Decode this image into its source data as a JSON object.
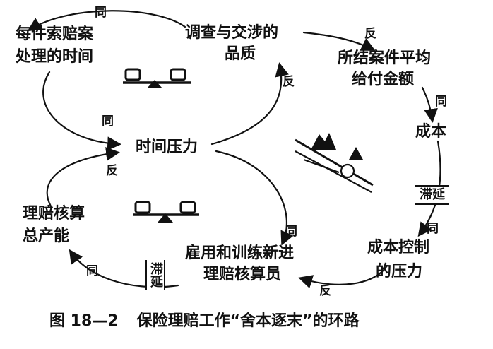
{
  "nodes": {
    "claim_time": [
      "每件索赔案",
      "处理的时间"
    ],
    "investigation_quality": [
      "调查与交涉的",
      "品质"
    ],
    "avg_payout": [
      "所结案件平均",
      "给付金额"
    ],
    "cost": "成本",
    "time_pressure": "时间压力",
    "total_capacity": [
      "理赔核算",
      "总产能"
    ],
    "hiring_training": [
      "雇用和训练新进",
      "理赔核算员"
    ],
    "cost_control_pressure": [
      "成本控制",
      "的压力"
    ]
  },
  "links": {
    "same": "同",
    "opposite": "反",
    "delay": "滞延"
  },
  "caption": {
    "number": "图 18—2",
    "title": "保险理赔工作“舍本逐末”的环路"
  }
}
